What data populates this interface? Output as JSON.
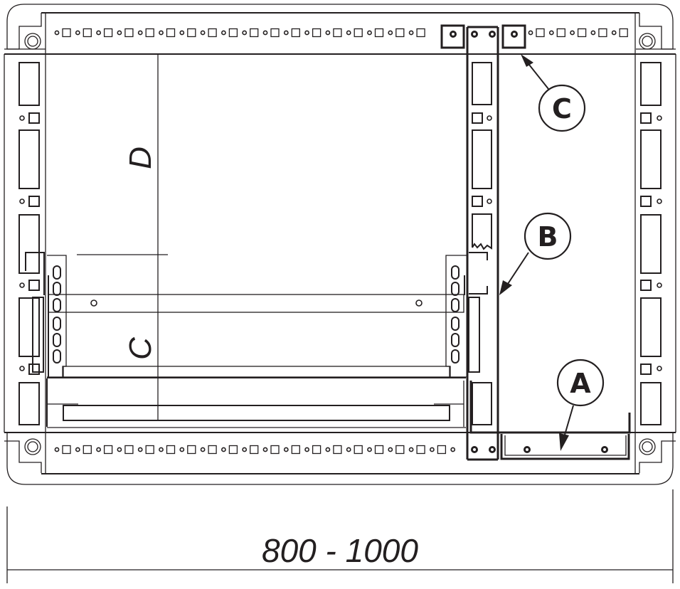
{
  "diagram": {
    "type": "technical-drawing",
    "subject": "enclosure-frame-front-view",
    "stroke_color": "#231f20",
    "background_color": "#ffffff",
    "callouts": [
      {
        "id": "A",
        "label": "A",
        "target": "bottom-mounting-bracket"
      },
      {
        "id": "B",
        "label": "B",
        "target": "vertical-divider-rail"
      },
      {
        "id": "C",
        "label": "C",
        "target": "top-mounting-block"
      }
    ],
    "dimension_labels": {
      "vertical_upper": "D",
      "vertical_lower": "C",
      "overall_width": "800 - 1000"
    }
  }
}
